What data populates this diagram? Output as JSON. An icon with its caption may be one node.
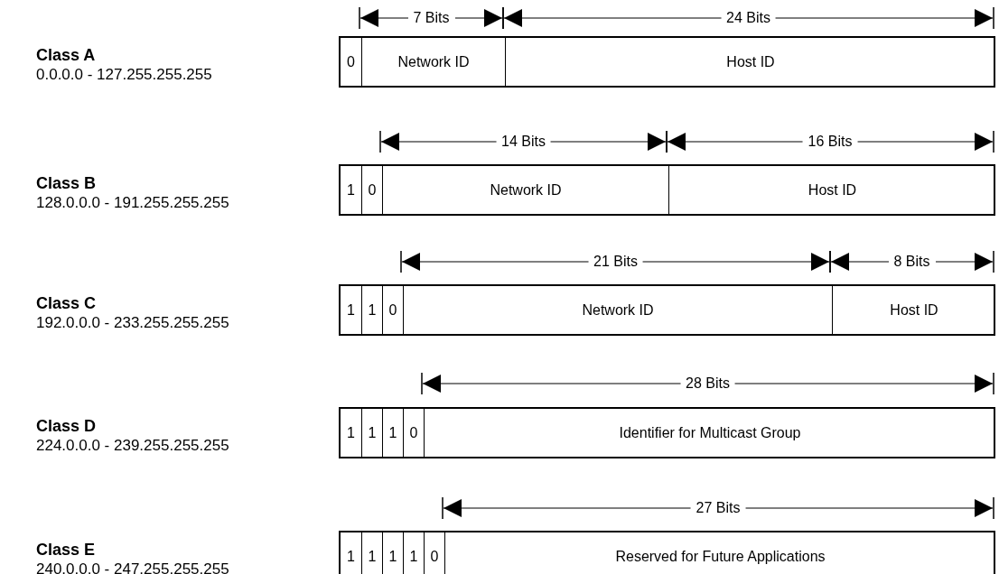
{
  "diagram": {
    "nodes": [
      {
        "text": [],
        "shape": "bar"
      },
      {
        "text": [
          "0"
        ],
        "in": 0
      },
      {
        "text": [
          "Network ID"
        ],
        "in": 0
      },
      {
        "text": [
          "Host ID"
        ],
        "in": 0
      },
      {
        "text": [],
        "shape": "bar"
      },
      {
        "text": [
          "1"
        ],
        "in": 4
      },
      {
        "text": [
          "0"
        ],
        "in": 4
      },
      {
        "text": [
          "Network ID"
        ],
        "in": 4
      },
      {
        "text": [
          "Host ID"
        ],
        "in": 4
      },
      {
        "text": [],
        "shape": "bar"
      },
      {
        "text": [
          "1"
        ],
        "in": 9
      },
      {
        "text": [
          "1"
        ],
        "in": 9
      },
      {
        "text": [
          "0"
        ],
        "in": 9
      },
      {
        "text": [
          "Network ID"
        ],
        "in": 9
      },
      {
        "text": [
          "Host ID"
        ],
        "in": 9
      },
      {
        "text": [],
        "shape": "bar"
      },
      {
        "text": [
          "1"
        ],
        "in": 15
      },
      {
        "text": [
          "1"
        ],
        "in": 15
      },
      {
        "text": [
          "1"
        ],
        "in": 15
      },
      {
        "text": [
          "0"
        ],
        "in": 15
      },
      {
        "text": [
          "Identifier for Multicast Group"
        ],
        "in": 15
      },
      {
        "text": [],
        "shape": "bar"
      },
      {
        "text": [
          "1"
        ],
        "in": 21
      },
      {
        "text": [
          "1"
        ],
        "in": 21
      },
      {
        "text": [
          "1"
        ],
        "in": 21
      },
      {
        "text": [
          "1"
        ],
        "in": 21
      },
      {
        "text": [
          "0"
        ],
        "in": 21
      },
      {
        "text": [
          "Reserved for Future Applications"
        ],
        "in": 21
      }
    ],
    "labels": [
      "7 Bits",
      "24 Bits",
      "Class A",
      "0.0.0.0 - 127.255.255.255",
      "14 Bits",
      "16 Bits",
      "Class B",
      "128.0.0.0 - 191.255.255.255",
      "21 Bits",
      "8 Bits",
      "Class C",
      "192.0.0.0 - 233.255.255.255",
      "28 Bits",
      "Class D",
      "224.0.0.0 - 239.255.255.255",
      "27 Bits",
      "Class E",
      "240.0.0.0 - 247.255.255.255"
    ]
  }
}
